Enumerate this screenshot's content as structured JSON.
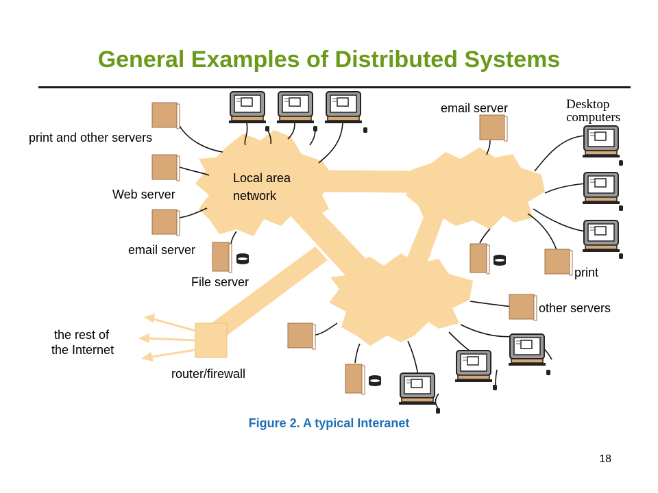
{
  "slide": {
    "title": "General Examples of Distributed Systems",
    "caption": "Figure 2. A typical Interanet",
    "page_number": "18"
  },
  "diagram": {
    "lan_label_line1": "Local area",
    "lan_label_line2": "network",
    "labels": {
      "print_servers": "print  and other servers",
      "web_server": "Web server",
      "email_server_left": "email server",
      "file_server": "File server",
      "rest_internet_line1": "the rest of",
      "rest_internet_line2": "the Internet",
      "router_firewall": "router/firewall",
      "email_server_top": "email server",
      "desktop_line1": "Desktop",
      "desktop_line2": "computers",
      "print": "print",
      "other_servers": "other servers"
    },
    "colors": {
      "network": "#fad79f",
      "server": "#d9a877",
      "title": "#6a9a1a",
      "caption": "#1f6fb8"
    },
    "icons": [
      "server-icon",
      "desktop-computer-icon",
      "disk-drive-icon",
      "cloud-network-shape",
      "arrow-icon"
    ]
  }
}
